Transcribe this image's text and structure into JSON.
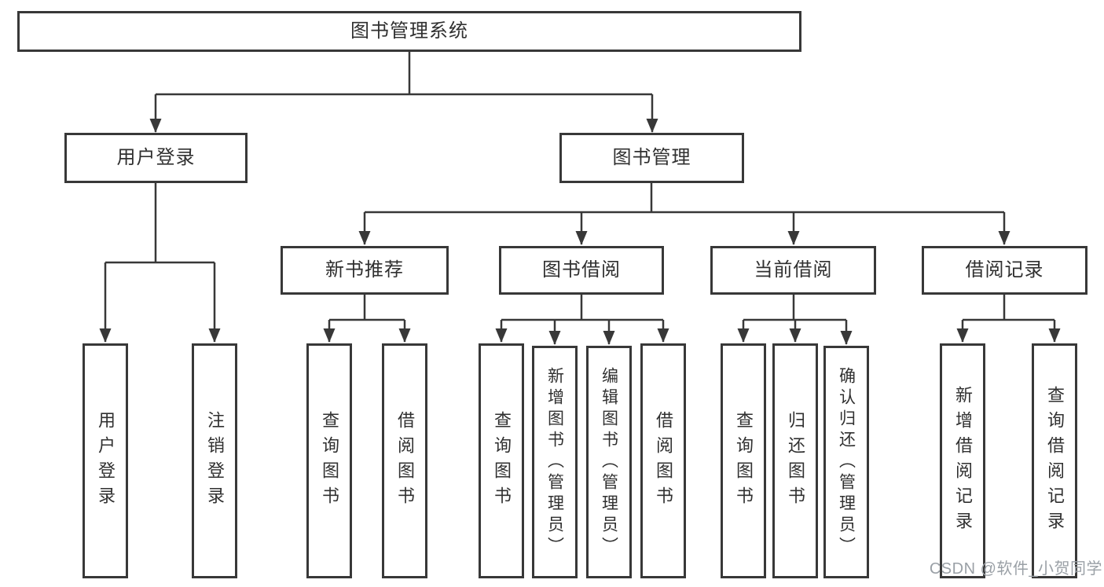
{
  "diagram": {
    "tree": {
      "root": {
        "label": "图书管理系统",
        "children": [
          {
            "label": "用户登录",
            "children": [
              {
                "label": "用户登录"
              },
              {
                "label": "注销登录"
              }
            ]
          },
          {
            "label": "图书管理",
            "children": [
              {
                "label": "新书推荐",
                "children": [
                  {
                    "label": "查询图书"
                  },
                  {
                    "label": "借阅图书"
                  }
                ]
              },
              {
                "label": "图书借阅",
                "children": [
                  {
                    "label": "查询图书"
                  },
                  {
                    "label": "新增图书（管理员）"
                  },
                  {
                    "label": "编辑图书（管理员）"
                  },
                  {
                    "label": "借阅图书"
                  }
                ]
              },
              {
                "label": "当前借阅",
                "children": [
                  {
                    "label": "查询图书"
                  },
                  {
                    "label": "归还图书"
                  },
                  {
                    "label": "确认归还（管理员）"
                  }
                ]
              },
              {
                "label": "借阅记录",
                "children": [
                  {
                    "label": "新增借阅记录"
                  },
                  {
                    "label": "查询借阅记录"
                  }
                ]
              }
            ]
          }
        ]
      }
    },
    "watermark": "CSDN @软件_小贺同学",
    "colors": {
      "line": "#383838",
      "box_border": "#383838",
      "text": "#303030",
      "watermark_text": "#9aa0a6",
      "background": "#ffffff"
    }
  }
}
